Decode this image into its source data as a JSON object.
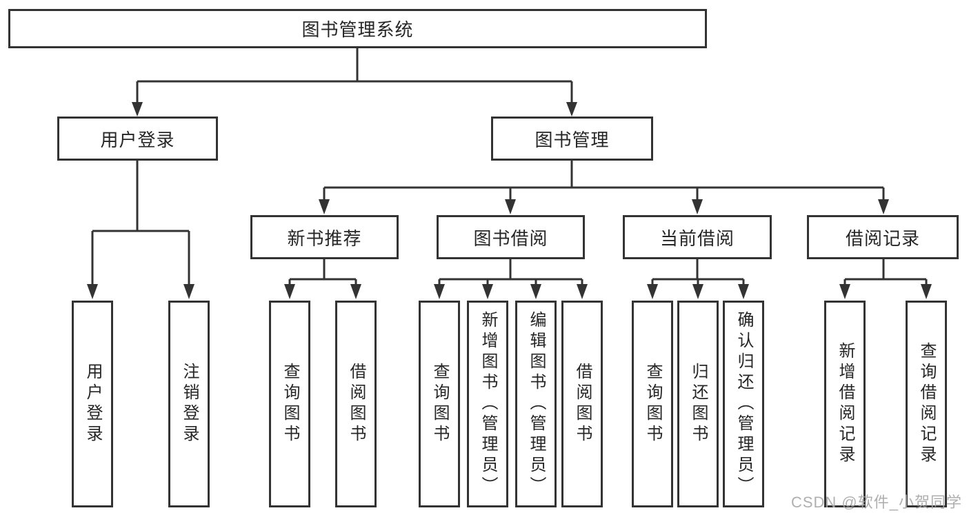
{
  "diagram": {
    "title": "图书管理系统",
    "watermark": "CSDN @软件_小贺同学",
    "colors": {
      "line": "#333333",
      "box_border": "#333333",
      "box_background": "#ffffff",
      "text": "#262626",
      "page_background": "#ffffff",
      "watermark_text": "#a8a8a8"
    },
    "root": {
      "label": "图书管理系统"
    },
    "branches": [
      {
        "label": "用户登录",
        "children": [
          {
            "label": "用户登录"
          },
          {
            "label": "注销登录"
          }
        ]
      },
      {
        "label": "图书管理",
        "children": [
          {
            "label": "新书推荐",
            "children": [
              {
                "label": "查询图书"
              },
              {
                "label": "借阅图书"
              }
            ]
          },
          {
            "label": "图书借阅",
            "children": [
              {
                "label": "查询图书"
              },
              {
                "label": "新增图书（管理员）"
              },
              {
                "label": "编辑图书（管理员）"
              },
              {
                "label": "借阅图书"
              }
            ]
          },
          {
            "label": "当前借阅",
            "children": [
              {
                "label": "查询图书"
              },
              {
                "label": "归还图书"
              },
              {
                "label": "确认归还（管理员）"
              }
            ]
          },
          {
            "label": "借阅记录",
            "children": [
              {
                "label": "新增借阅记录"
              },
              {
                "label": "查询借阅记录"
              }
            ]
          }
        ]
      }
    ]
  }
}
